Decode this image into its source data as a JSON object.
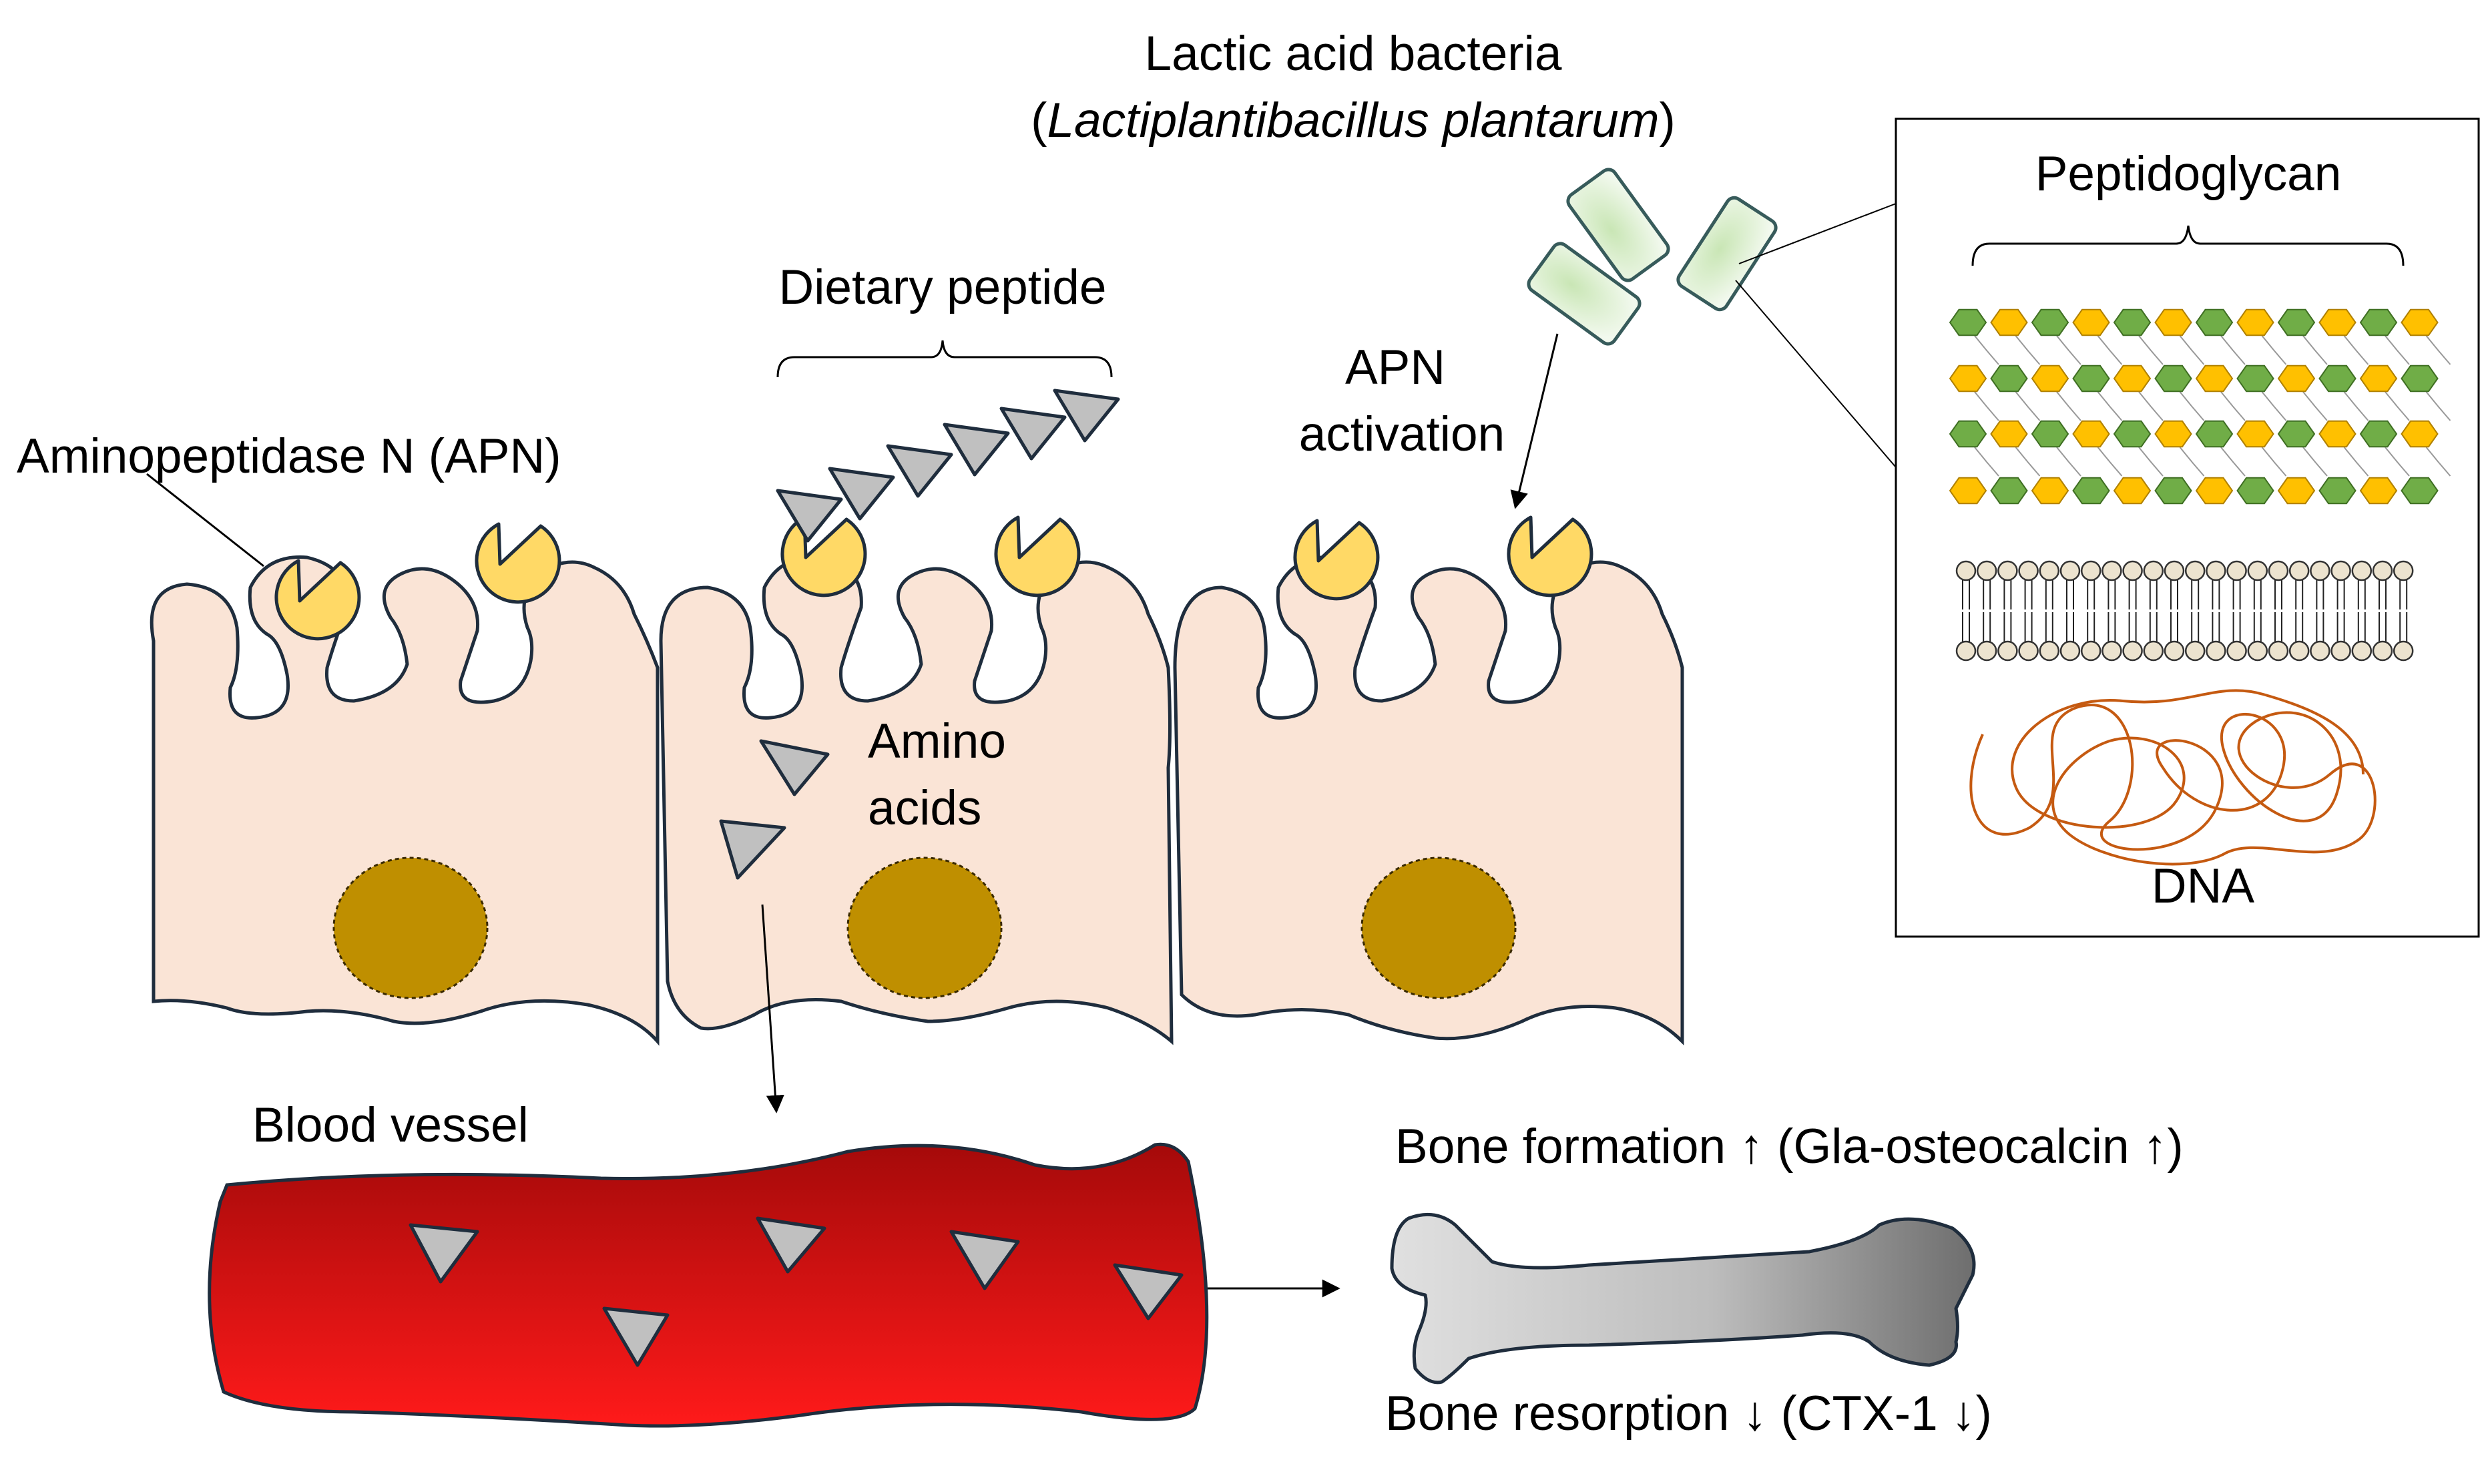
{
  "labels": {
    "bacteria_title": "Lactic acid bacteria",
    "bacteria_species": "Lactiplantibacillus plantarum",
    "paren_open": "(",
    "paren_close": ")",
    "dietary_peptide": "Dietary peptide",
    "apn": "Aminopeptidase N (APN)",
    "apn_activation_line1": "APN",
    "apn_activation_line2": "activation",
    "amino_acids_line1": "Amino",
    "amino_acids_line2": "acids",
    "peptidoglycan": "Peptidoglycan",
    "dna": "DNA",
    "blood_vessel": "Blood vessel",
    "bone_formation": "Bone formation ↑ (Gla-osteocalcin ↑)",
    "bone_resorption": "Bone resorption ↓ (CTX-1 ↓)"
  },
  "colors": {
    "cell_fill": "#fae4d6",
    "cell_stroke": "#1f2d3d",
    "nucleus": "#bf8f00",
    "apn_receptor": "#ffd966",
    "amino_acid": "#c0c0c0",
    "vessel_top": "#a50a0a",
    "vessel_bottom": "#ff1a1a",
    "bacterium_fill": "#e2f0d9",
    "bacterium_stroke": "#375b5b",
    "peptidoglycan_green": "#70ad47",
    "peptidoglycan_yellow": "#ffc000",
    "dna_strand": "#c55a11"
  }
}
